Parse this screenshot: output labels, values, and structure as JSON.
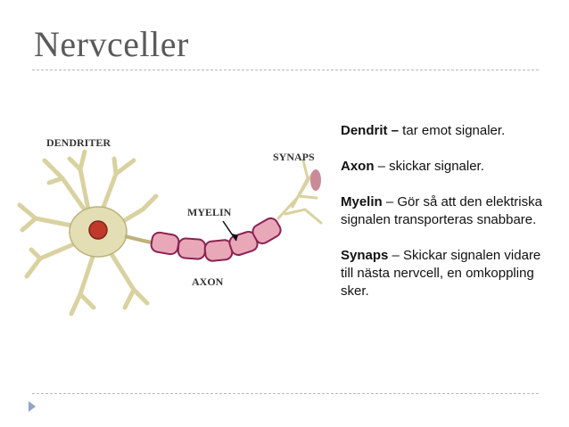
{
  "slide": {
    "title": "Nervceller"
  },
  "figure": {
    "labels": {
      "dendrites": "DENDRITER",
      "synapse": "SYNAPS",
      "myelin": "MYELIN",
      "axon": "AXON"
    }
  },
  "definitions": [
    {
      "term": "Dendrit –",
      "text": " tar emot signaler."
    },
    {
      "term": "Axon",
      "text": " – skickar signaler."
    },
    {
      "term": "Myelin",
      "text": " – Gör så att den elektriska signalen transporteras snabbare."
    },
    {
      "term": "Synaps",
      "text": " – Skickar signalen vidare till nästa nervcell, en omkoppling sker."
    }
  ],
  "colors": {
    "title": "#5a5a5a",
    "dendrite": "#e4deb4",
    "nucleus": "#c0392b",
    "myelin": "#e8a8b8",
    "myelin_edge": "#8b2252",
    "synapse": "#c98a9a"
  }
}
